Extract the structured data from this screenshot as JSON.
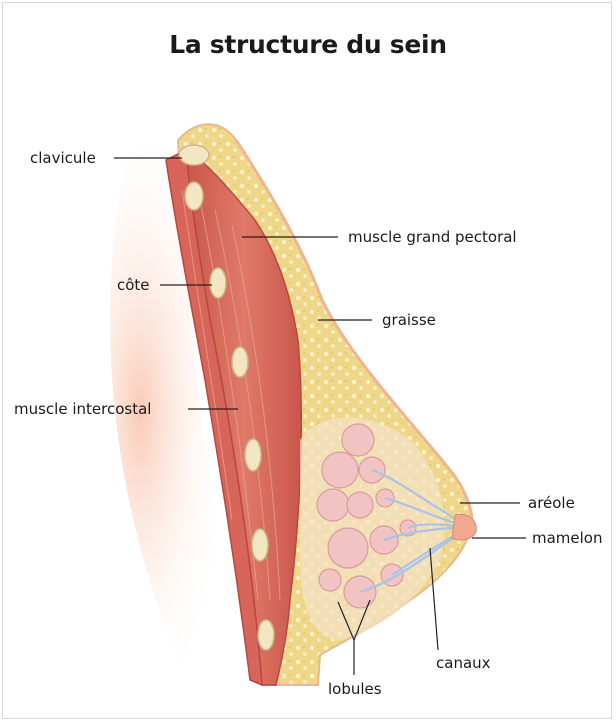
{
  "title": "La structure du sein",
  "labels": {
    "clavicule": "clavicule",
    "muscle_grand_pectoral": "muscle grand pectoral",
    "cote": "côte",
    "graisse": "graisse",
    "muscle_intercostal": "muscle intercostal",
    "areole": "aréole",
    "mamelon": "mamelon",
    "canaux": "canaux",
    "lobules": "lobules"
  },
  "colors": {
    "muscle": "#d9705f",
    "fat": "#efd98a",
    "lobule": "#f2c9c9",
    "duct": "#a9c4e8",
    "rib": "#f3e6c2"
  }
}
